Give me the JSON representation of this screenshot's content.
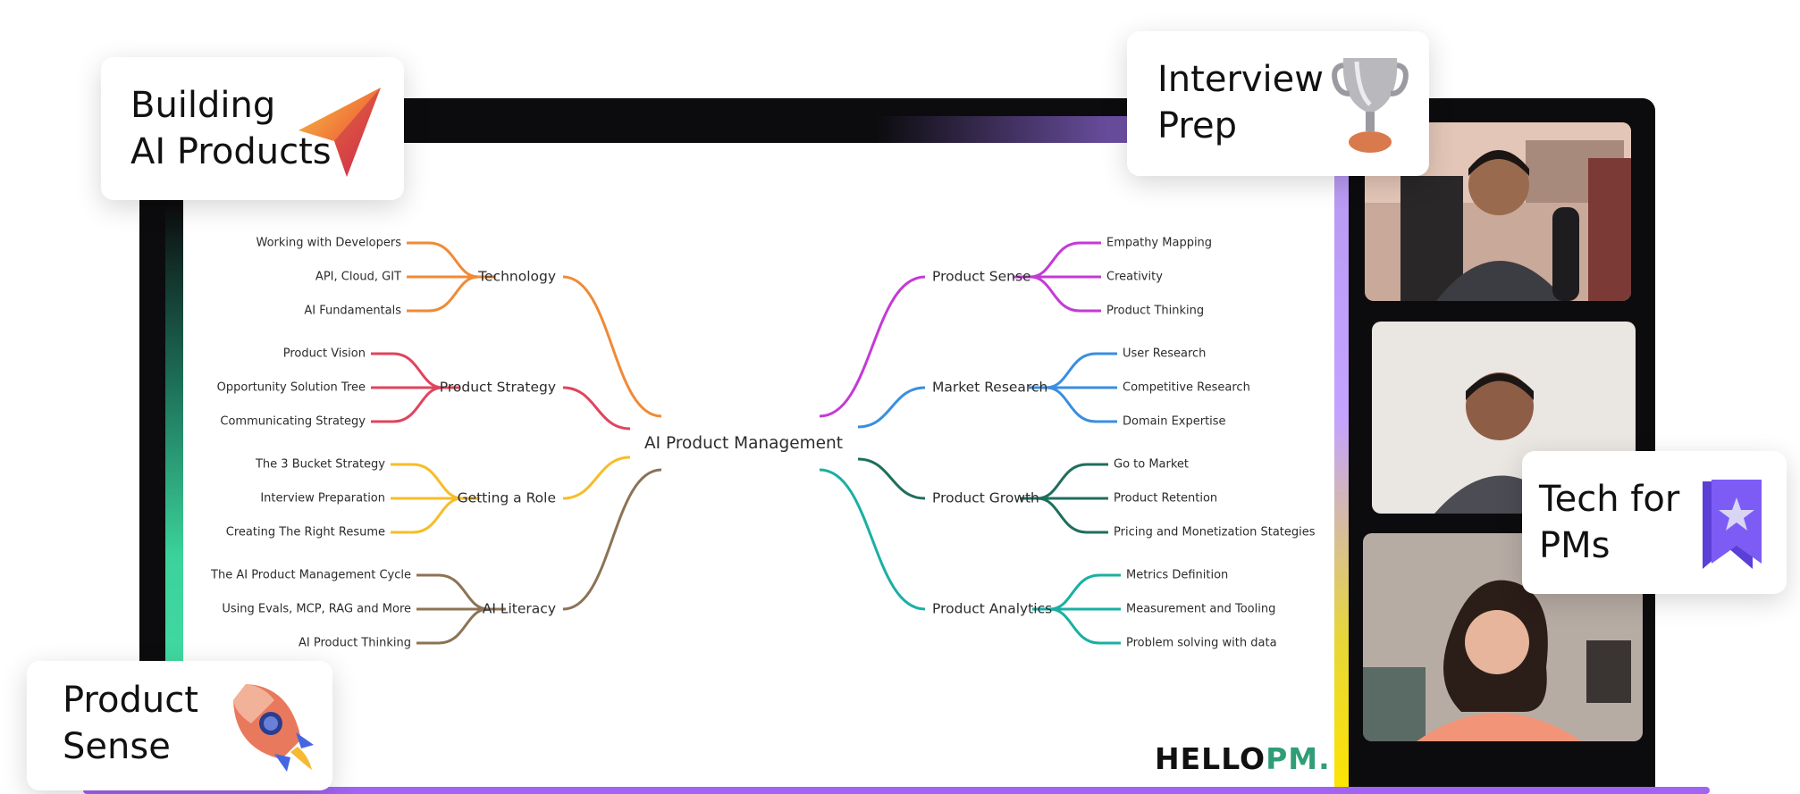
{
  "mindmap": {
    "center": "AI Product Management",
    "branches": [
      {
        "label": "Technology",
        "color": "#f08a36",
        "children": [
          "Working with Developers",
          "API, Cloud, GIT",
          "AI Fundamentals"
        ]
      },
      {
        "label": "Product Strategy",
        "color": "#e0445e",
        "children": [
          "Product Vision",
          "Opportunity Solution Tree",
          "Communicating Strategy"
        ]
      },
      {
        "label": "Getting a Role",
        "color": "#f7bd28",
        "children": [
          "The 3 Bucket Strategy",
          "Interview Preparation",
          "Creating The Right Resume"
        ]
      },
      {
        "label": "AI Literacy",
        "color": "#8c7356",
        "children": [
          "The AI Product Management Cycle",
          "Using Evals, MCP, RAG and More",
          "AI Product Thinking"
        ]
      },
      {
        "label": "Product Sense",
        "color": "#c43ad6",
        "children": [
          "Empathy Mapping",
          "Creativity",
          "Product Thinking"
        ]
      },
      {
        "label": "Market Research",
        "color": "#3b8ee0",
        "children": [
          "User Research",
          "Competitive Research",
          "Domain Expertise"
        ]
      },
      {
        "label": "Product Growth",
        "color": "#1e6f5c",
        "children": [
          "Go to Market",
          "Product Retention",
          "Pricing and Monetization Stategies"
        ]
      },
      {
        "label": "Product Analytics",
        "color": "#19b0a3",
        "children": [
          "Metrics Definition",
          "Measurement and Tooling",
          "Problem solving with data"
        ]
      }
    ]
  },
  "cards": {
    "building": {
      "title": "Building\nAI Products",
      "icon": "paper-plane-icon"
    },
    "interview": {
      "title": "Interview\nPrep",
      "icon": "trophy-icon"
    },
    "tech": {
      "title": "Tech for\nPMs",
      "icon": "bookmark-star-icon"
    },
    "sense": {
      "title": "Product\nSense",
      "icon": "rocket-icon"
    }
  },
  "brand": {
    "part1": "HELLO",
    "part2": "PM",
    "part3": ".",
    "color1": "#111111",
    "color2": "#2f9e77"
  },
  "colors": {
    "accent_purple": "#a063f2",
    "accent_yellow": "#fde500",
    "accent_green": "#3bd39b"
  }
}
